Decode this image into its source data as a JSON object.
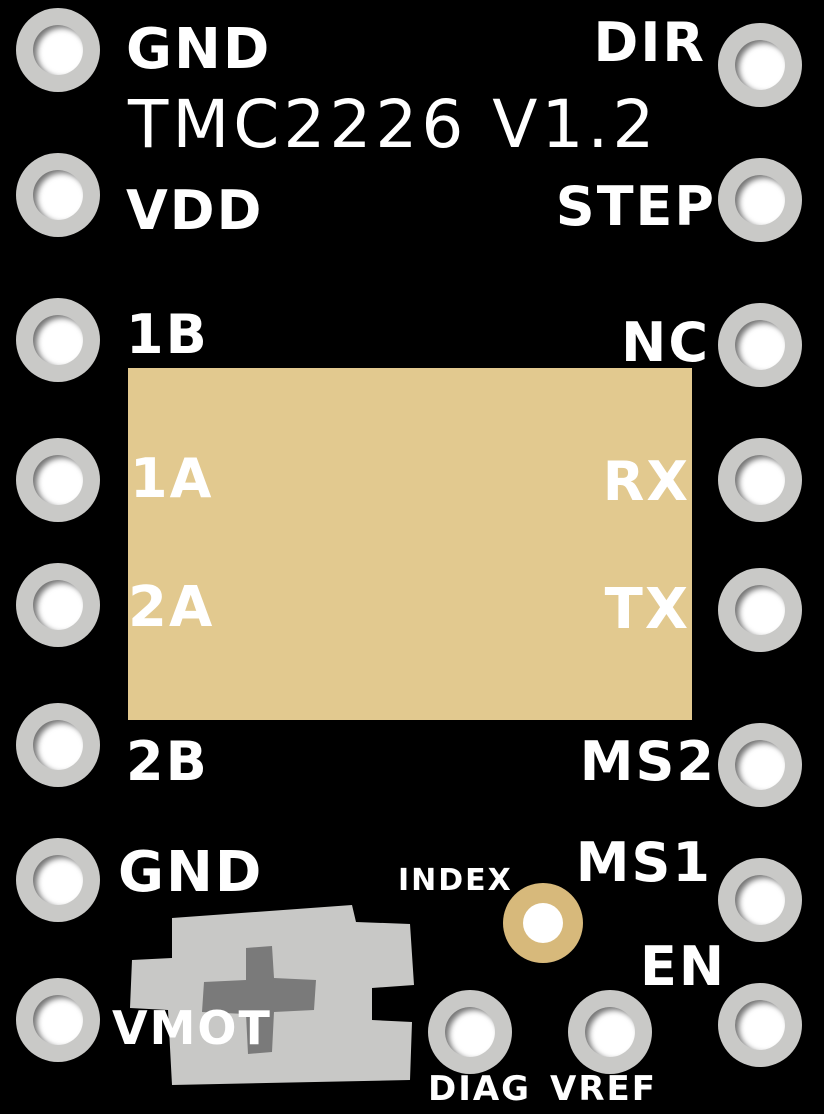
{
  "board": {
    "title": "TMC2226 V1.2",
    "left_pins": [
      "GND",
      "VDD",
      "1B",
      "1A",
      "2A",
      "2B",
      "GND",
      "VMOT"
    ],
    "right_pins": [
      "DIR",
      "STEP",
      "NC",
      "RX",
      "TX",
      "MS2",
      "MS1",
      "EN"
    ],
    "bottom_pins": [
      "DIAG",
      "VREF"
    ],
    "index_label": "INDEX",
    "colors": {
      "background": "#000000",
      "chip": "#e2c98f",
      "pin_ring": "#c9c9c7",
      "pad": "#d7b97b",
      "potentiometer": "#c8c8c6"
    }
  }
}
